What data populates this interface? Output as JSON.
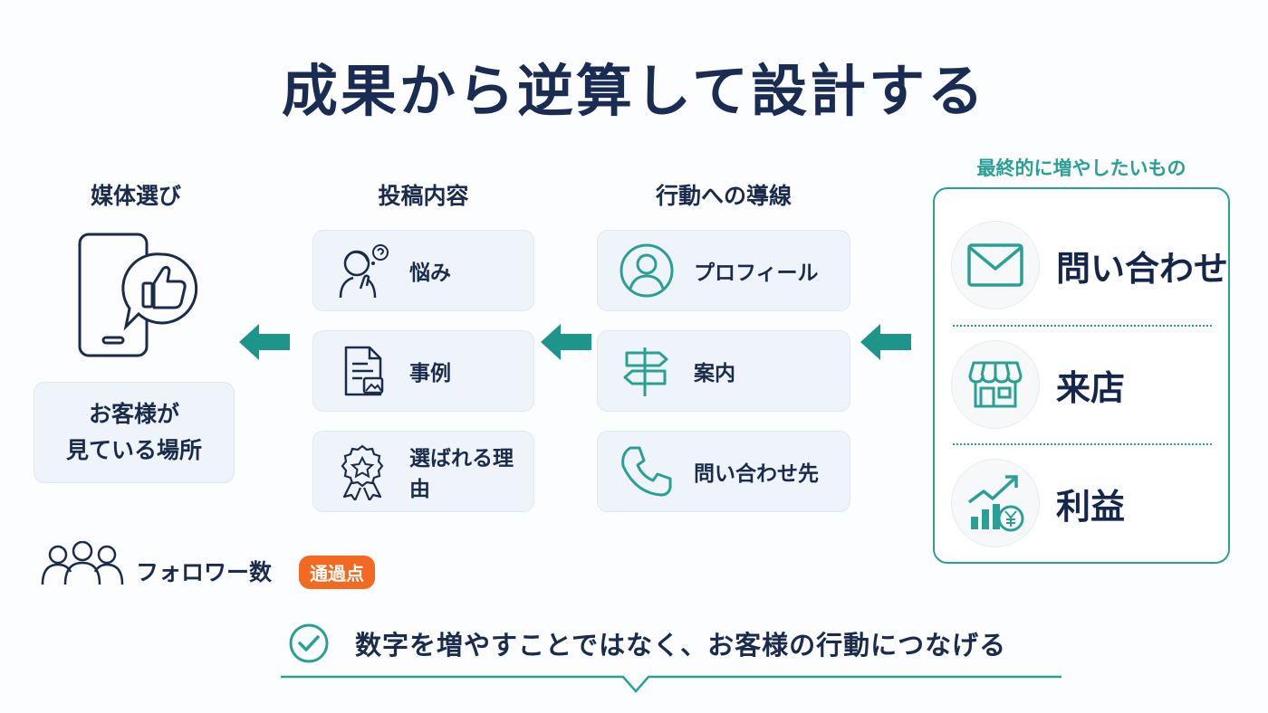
{
  "title": "成果から逆算して設計する",
  "columns": {
    "media": {
      "heading": "媒体選び",
      "card_line1": "お客様が",
      "card_line2": "見ている場所"
    },
    "content": {
      "heading": "投稿内容",
      "items": [
        {
          "label": "悩み",
          "icon": "thinking-person-icon"
        },
        {
          "label": "事例",
          "icon": "document-icon"
        },
        {
          "label": "選ばれる理由",
          "icon": "award-ribbon-icon"
        }
      ]
    },
    "action": {
      "heading": "行動への導線",
      "items": [
        {
          "label": "プロフィール",
          "icon": "user-profile-icon"
        },
        {
          "label": "案内",
          "icon": "signpost-icon"
        },
        {
          "label": "問い合わせ先",
          "icon": "phone-icon"
        }
      ]
    },
    "goals": {
      "heading": "最終的に増やしたいもの",
      "items": [
        {
          "label": "問い合わせ",
          "icon": "mail-icon"
        },
        {
          "label": "来店",
          "icon": "store-icon"
        },
        {
          "label": "利益",
          "icon": "profit-growth-icon"
        }
      ]
    }
  },
  "followers": {
    "label": "フォロワー数",
    "badge": "通過点",
    "icon": "people-group-icon"
  },
  "conclusion": {
    "text": "数字を増やすことではなく、お客様の行動につなげる",
    "icon": "check-circle-icon"
  },
  "colors": {
    "navy": "#1a2c52",
    "teal": "#2a9f93",
    "badge_orange": "#f26a21",
    "card_bg": "#eff4fa"
  }
}
